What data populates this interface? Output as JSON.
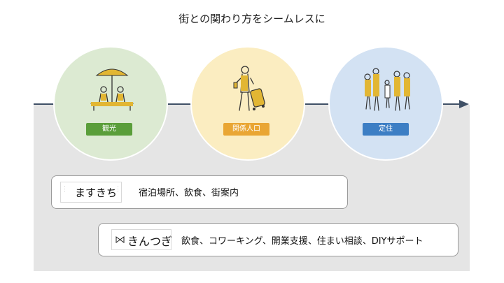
{
  "title": "街との関わり方をシームレスに",
  "stages": [
    {
      "label": "観光",
      "color": "#5a9e3a"
    },
    {
      "label": "関係人口",
      "color": "#e9a634"
    },
    {
      "label": "定住",
      "color": "#3c7ec4"
    }
  ],
  "cards": [
    {
      "logo": "ますきち",
      "text": "宿泊場所、飲食、街案内"
    },
    {
      "logo": "きんつぎ",
      "text": "飲食、コワーキング、開業支援、住まい相談、DIYサポート"
    }
  ]
}
